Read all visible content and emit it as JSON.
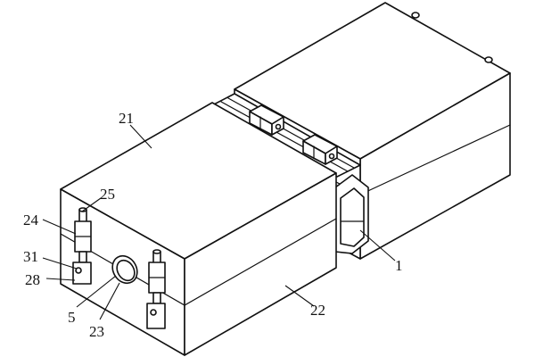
{
  "figure": {
    "labels": [
      {
        "id": "21",
        "text": "21"
      },
      {
        "id": "25",
        "text": "25"
      },
      {
        "id": "24",
        "text": "24"
      },
      {
        "id": "31",
        "text": "31"
      },
      {
        "id": "28",
        "text": "28"
      },
      {
        "id": "5",
        "text": "5"
      },
      {
        "id": "23",
        "text": "23"
      },
      {
        "id": "22",
        "text": "22"
      },
      {
        "id": "1",
        "text": "1"
      }
    ]
  },
  "colors": {
    "line": "#111111",
    "background": "#ffffff"
  }
}
